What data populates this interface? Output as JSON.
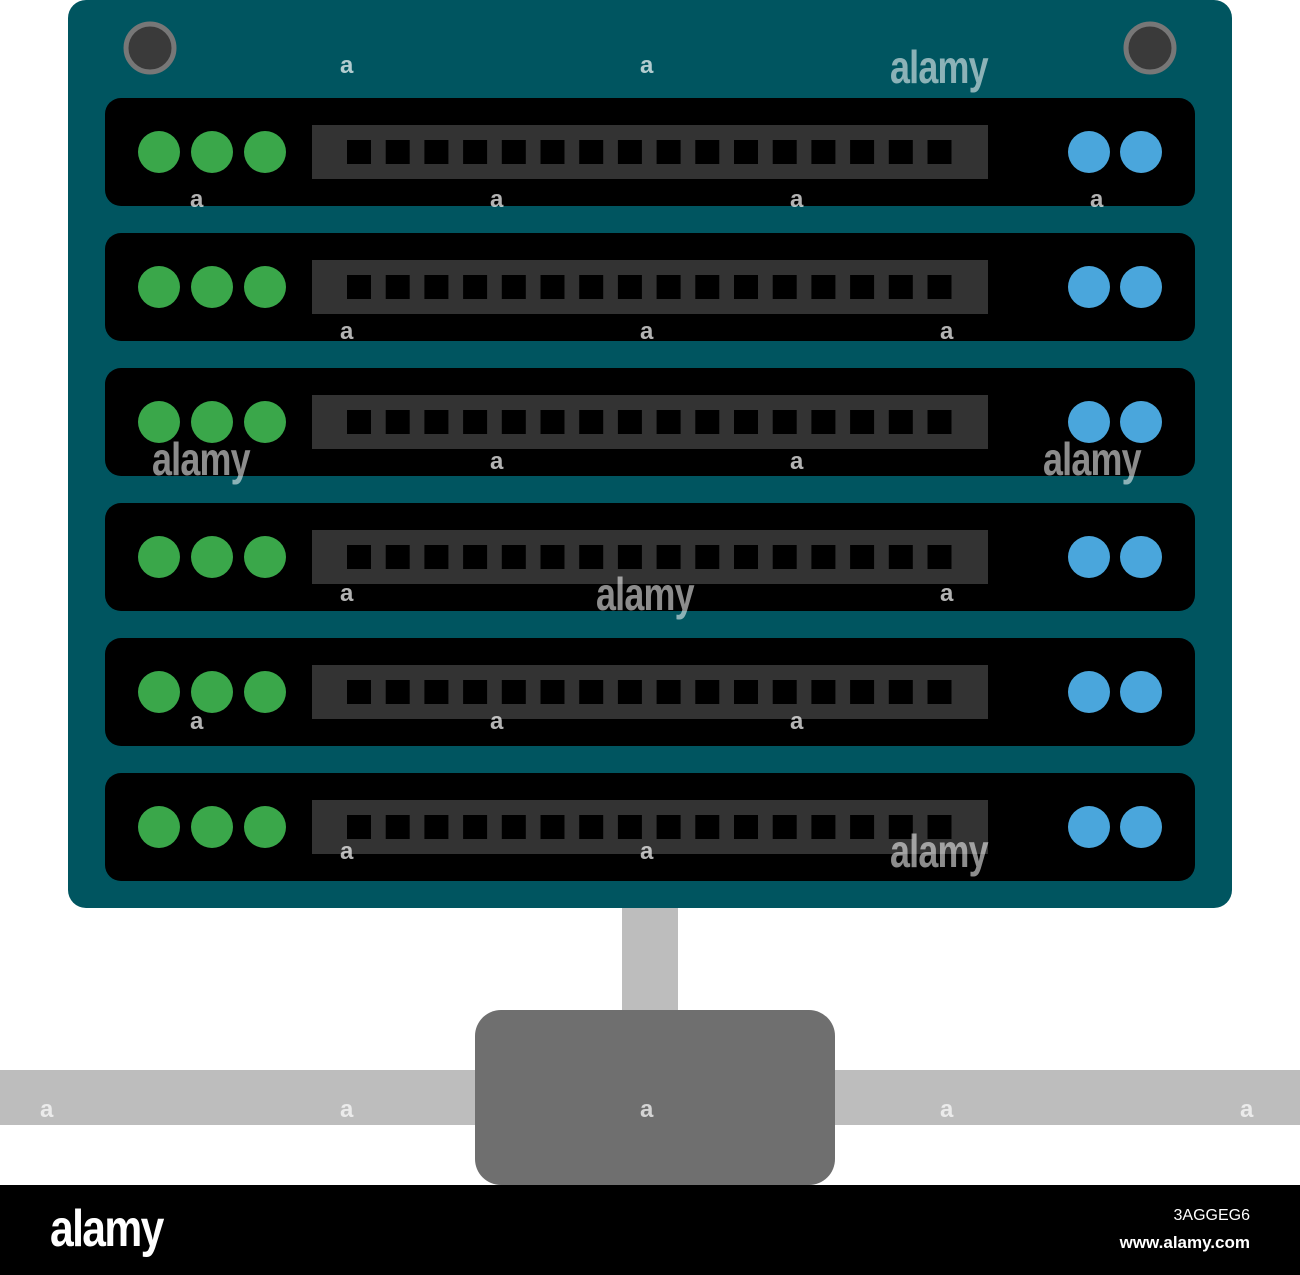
{
  "illustration": {
    "icon": "server-rack-network-icon",
    "colors": {
      "rack": "#005560",
      "unit": "#000000",
      "slot_bar": "#333333",
      "port": "#000000",
      "led_green": "#3aa74a",
      "led_blue": "#4aa6dc",
      "screw": "#3a3a3a",
      "screw_ring": "#777777",
      "cable": "#bdbdbd",
      "hub": "#6f6f6f"
    },
    "units": 6,
    "green_leds_per_unit": 3,
    "blue_leds_per_unit": 2,
    "ports_per_unit": 16
  },
  "watermark": {
    "text": "alamy",
    "small_text": "a"
  },
  "footer": {
    "logo": "alamy",
    "image_id": "3AGGEG6",
    "url": "www.alamy.com",
    "background": "#000000"
  }
}
